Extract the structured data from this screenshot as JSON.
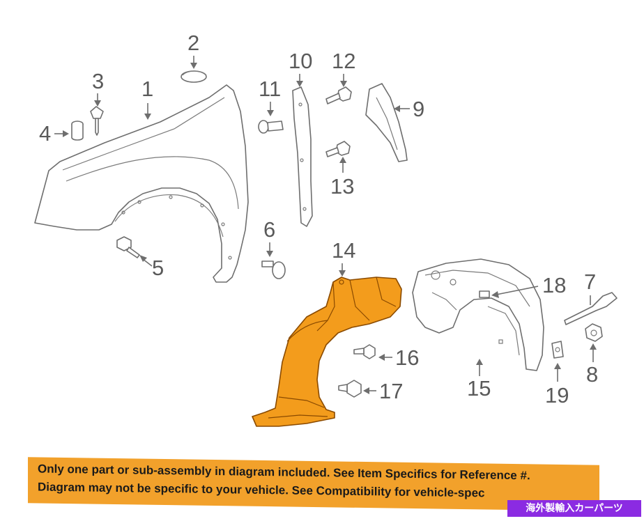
{
  "callouts": {
    "c1": "1",
    "c2": "2",
    "c3": "3",
    "c4": "4",
    "c5": "5",
    "c6": "6",
    "c7": "7",
    "c8": "8",
    "c9": "9",
    "c10": "10",
    "c11": "11",
    "c12": "12",
    "c13": "13",
    "c14": "14",
    "c15": "15",
    "c16": "16",
    "c17": "17",
    "c18": "18",
    "c19": "19"
  },
  "banner": {
    "line1": "Only one part or sub-assembly in diagram included. See Item Specifics for Reference #.",
    "line2": "Diagram may not be specific to your vehicle. See Compatibility for vehicle-spec"
  },
  "watermark": "海外製輸入カーパーツ",
  "colors": {
    "highlight": "#f39c1c",
    "banner": "#f2a12b",
    "watermark": "#8b2be2",
    "line": "#6e6e6e"
  }
}
